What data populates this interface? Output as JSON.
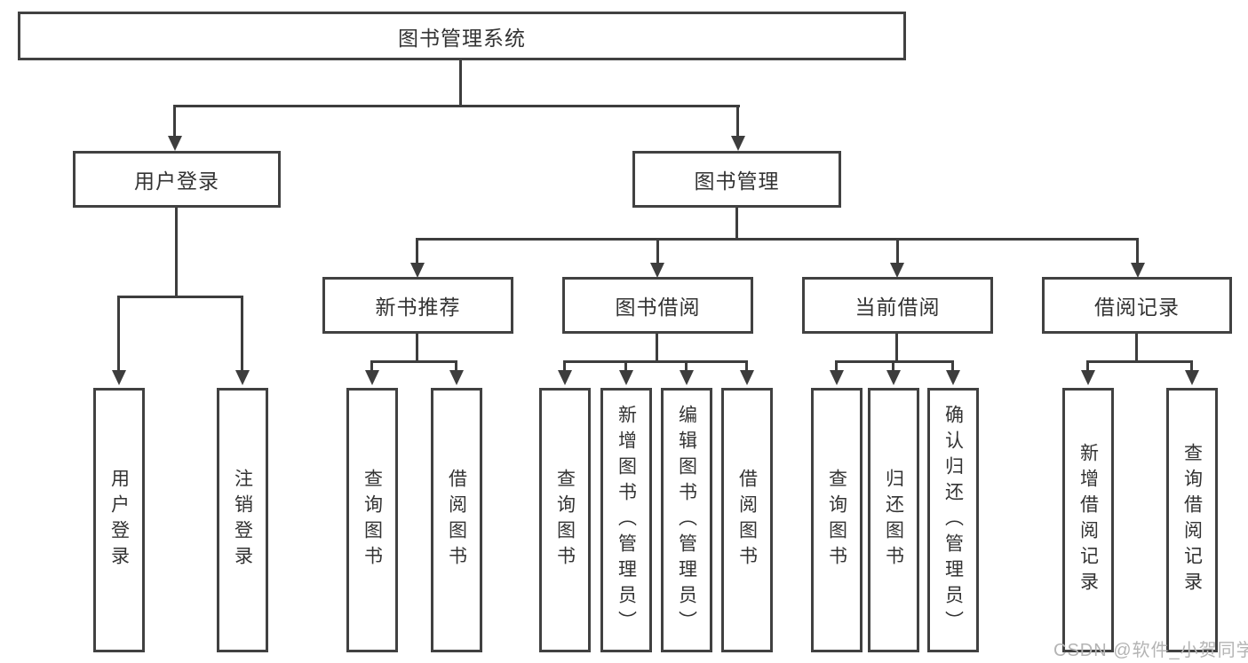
{
  "tree": {
    "root": {
      "label": "图书管理系统"
    },
    "children": [
      {
        "label": "用户登录",
        "children": [
          {
            "label": "用户登录"
          },
          {
            "label": "注销登录"
          }
        ]
      },
      {
        "label": "图书管理",
        "children": [
          {
            "label": "新书推荐",
            "children": [
              {
                "label": "查询图书"
              },
              {
                "label": "借阅图书"
              }
            ]
          },
          {
            "label": "图书借阅",
            "children": [
              {
                "label": "查询图书"
              },
              {
                "label": "新增图书（管理员）"
              },
              {
                "label": "编辑图书（管理员）"
              },
              {
                "label": "借阅图书"
              }
            ]
          },
          {
            "label": "当前借阅",
            "children": [
              {
                "label": "查询图书"
              },
              {
                "label": "归还图书"
              },
              {
                "label": "确认归还（管理员）"
              }
            ]
          },
          {
            "label": "借阅记录",
            "children": [
              {
                "label": "新增借阅记录"
              },
              {
                "label": "查询借阅记录"
              }
            ]
          }
        ]
      }
    ]
  },
  "watermark": {
    "text": "CSDN @软件_小贺同学"
  },
  "colors": {
    "line": "#3d3d3d",
    "border": "#414141",
    "text": "#333333",
    "watermark": "#b4b4b4",
    "bg": "#ffffff"
  }
}
